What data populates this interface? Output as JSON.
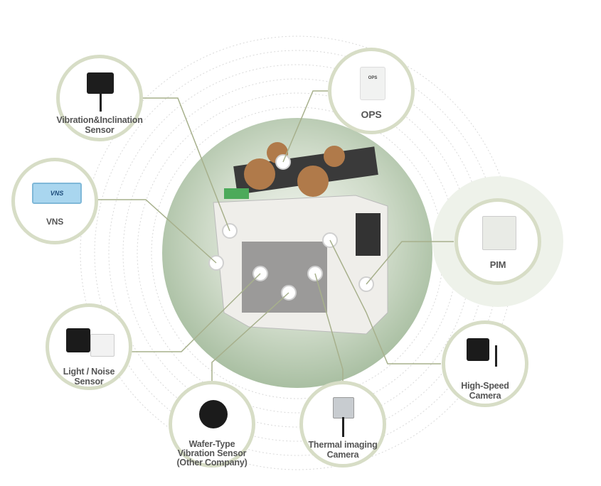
{
  "title": "Sensor system diagram",
  "sensors": [
    {
      "id": "vibration",
      "label_1": "Vibration&Inclination",
      "label_2": "Sensor"
    },
    {
      "id": "ops",
      "label_1": "OPS"
    },
    {
      "id": "vns",
      "label_1": "VNS",
      "device_text": "VNS"
    },
    {
      "id": "pim",
      "label_1": "PIM"
    },
    {
      "id": "light",
      "label_1": "Light / Noise",
      "label_2": "Sensor"
    },
    {
      "id": "highspeed",
      "label_1": "High-Speed",
      "label_2": "Camera"
    },
    {
      "id": "wafer",
      "label_1": "Wafer-Type",
      "label_2": "Vibration Sensor",
      "label_3": "(Other Company)"
    },
    {
      "id": "thermal",
      "label_1": "Thermal imaging",
      "label_2": "Camera"
    }
  ],
  "device_labels": {
    "ops": "OPS"
  },
  "colors": {
    "ring": "#d7ddc6",
    "center": "#a9bfa2",
    "line": "#a7b08c"
  }
}
